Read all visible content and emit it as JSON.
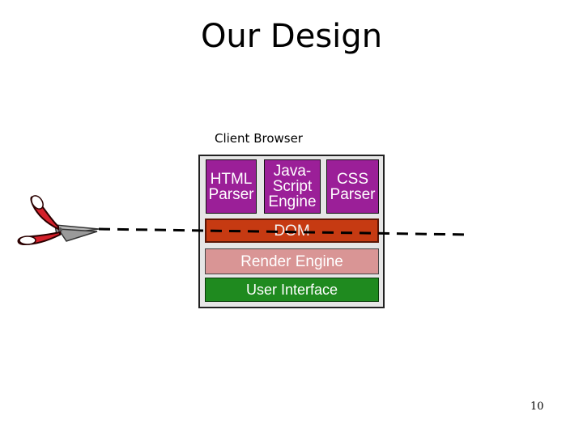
{
  "slide": {
    "title": "Our Design",
    "caption": "Client Browser",
    "page_number": "10"
  },
  "components": {
    "html_parser": [
      "HTML",
      "Parser"
    ],
    "javascript_engine": [
      "Java-",
      "Script",
      "Engine"
    ],
    "css_parser": [
      "CSS",
      "Parser"
    ],
    "dom": "DOM",
    "render_engine": "Render Engine",
    "user_interface": "User Interface"
  },
  "colors": {
    "parser_boxes": "#9b1f98",
    "dom": "#c63a12",
    "render_engine": "#d99595",
    "user_interface": "#1f8a1f",
    "scissors_handle": "#d4202a"
  },
  "icons": {
    "scissors": "scissors-icon"
  }
}
